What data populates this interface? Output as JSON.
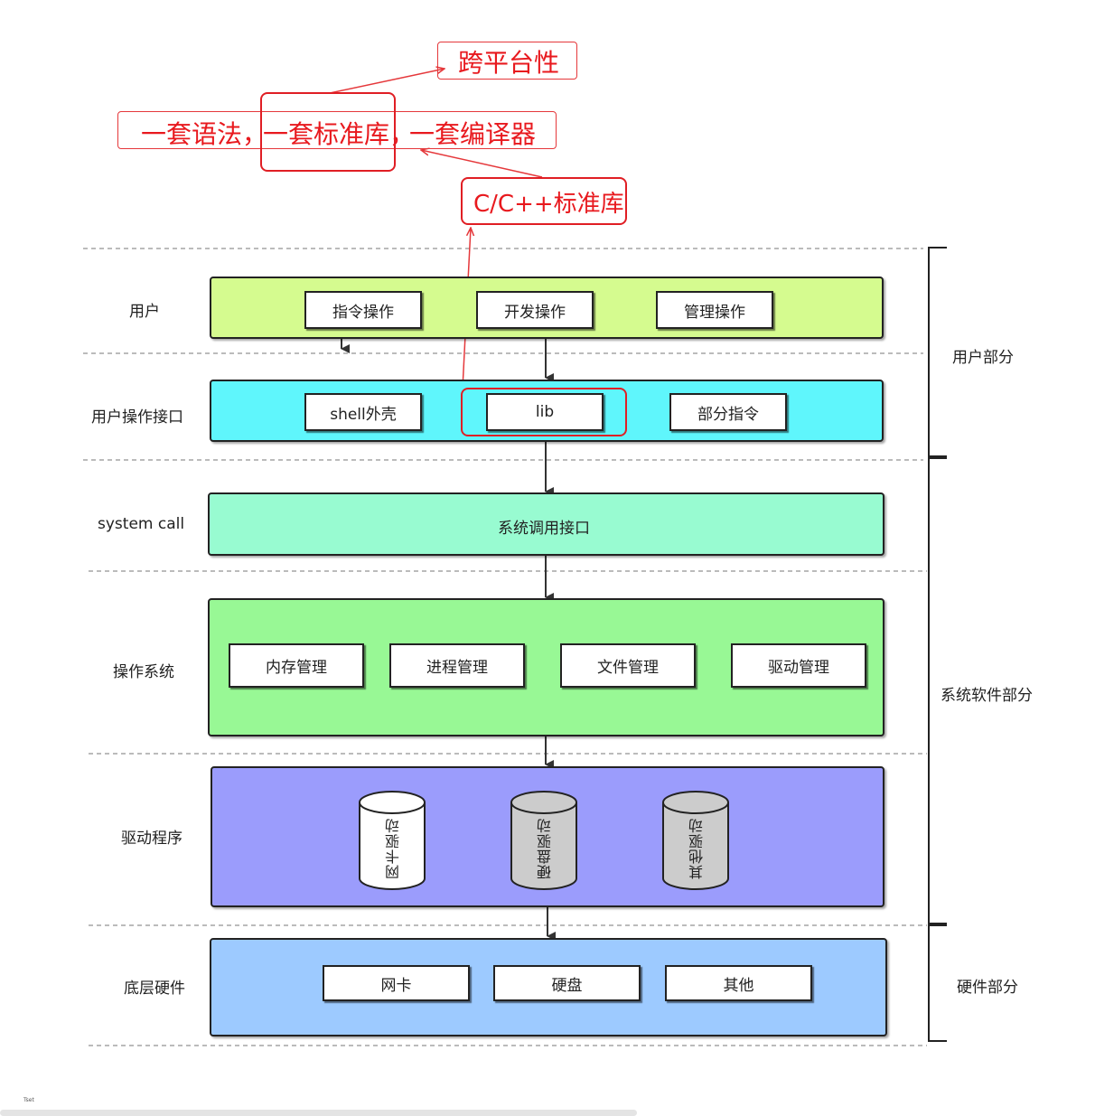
{
  "annotations": {
    "cross_platform": "跨平台性",
    "syntax": "一套语法，",
    "stdlib": "一套标准库，",
    "compiler": "一套编译器",
    "c_stdlib": "C/C++标准库"
  },
  "layers": {
    "user": {
      "label": "用户",
      "items": [
        "指令操作",
        "开发操作",
        "管理操作"
      ]
    },
    "user_interface": {
      "label": "用户操作接口",
      "items": [
        "shell外壳",
        "lib",
        "部分指令"
      ]
    },
    "system_call": {
      "label": "system call",
      "center": "系统调用接口"
    },
    "os": {
      "label": "操作系统",
      "items": [
        "内存管理",
        "进程管理",
        "文件管理",
        "驱动管理"
      ]
    },
    "drivers": {
      "label": "驱动程序",
      "items": [
        "网卡驱动",
        "硬盘驱动",
        "其他驱动"
      ]
    },
    "hardware": {
      "label": "底层硬件",
      "items": [
        "网卡",
        "硬盘",
        "其他"
      ]
    }
  },
  "brackets": {
    "user_part": "用户部分",
    "system_software_part": "系统软件部分",
    "hardware_part": "硬件部分"
  },
  "footer_tiny": "Tset",
  "colors": {
    "user_layer": "#d5fb8f",
    "interface_layer": "#5ff6fc",
    "syscall_layer": "#98fbd1",
    "os_layer": "#98f895",
    "driver_layer": "#9b9cfc",
    "hardware_layer": "#9dcaff",
    "annotation_red": "#e8191e"
  }
}
